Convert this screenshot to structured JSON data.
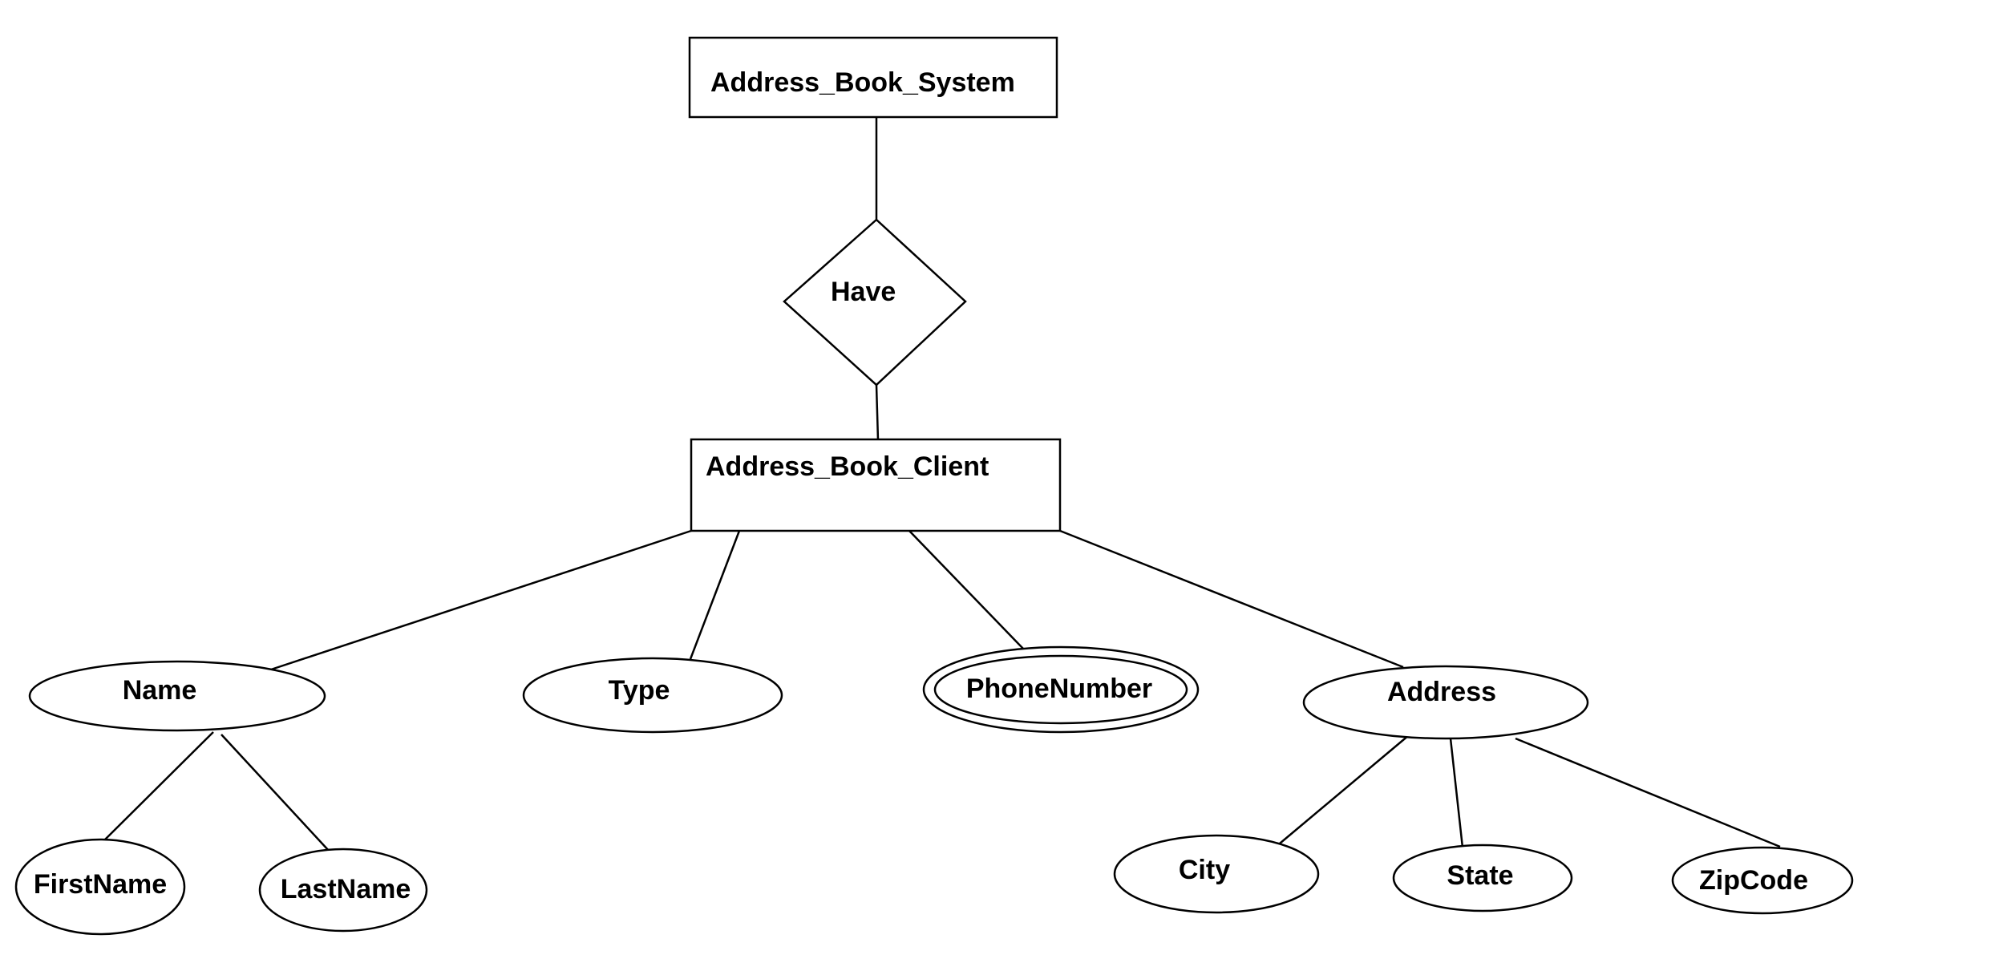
{
  "diagram": {
    "type": "er-diagram",
    "entities": {
      "system": "Address_Book_System",
      "client": "Address_Book_Client"
    },
    "relationship": "Have",
    "attributes": {
      "name": "Name",
      "type": "Type",
      "phone": "PhoneNumber",
      "address": "Address",
      "first_name": "FirstName",
      "last_name": "LastName",
      "city": "City",
      "state": "State",
      "zip": "ZipCode"
    }
  }
}
